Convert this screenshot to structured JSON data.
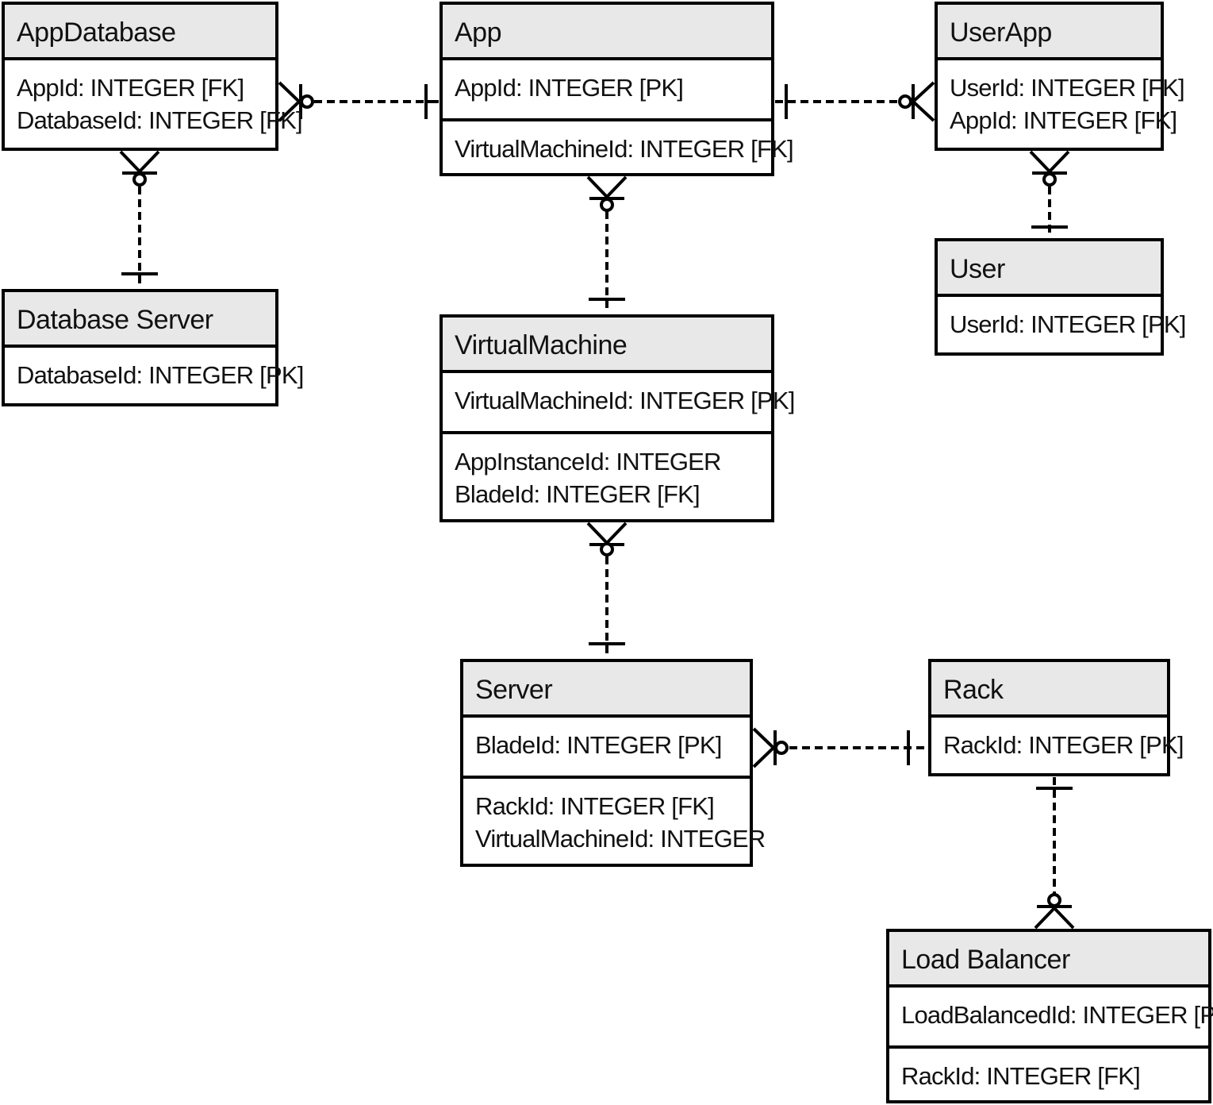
{
  "entities": {
    "appdatabase": {
      "name": "AppDatabase",
      "attributes": [
        "AppId: INTEGER [FK]",
        "DatabaseId: INTEGER [FK]"
      ]
    },
    "app": {
      "name": "App",
      "primary": [
        "AppId: INTEGER [PK]"
      ],
      "attributes": [
        "VirtualMachineId: INTEGER [FK]"
      ]
    },
    "userapp": {
      "name": "UserApp",
      "attributes": [
        "UserId: INTEGER [FK]",
        "AppId: INTEGER [FK]"
      ]
    },
    "user": {
      "name": "User",
      "attributes": [
        "UserId: INTEGER [PK]"
      ]
    },
    "dbserver": {
      "name": "Database Server",
      "attributes": [
        "DatabaseId: INTEGER [PK]"
      ]
    },
    "vm": {
      "name": "VirtualMachine",
      "primary": [
        "VirtualMachineId: INTEGER [PK]"
      ],
      "attributes": [
        "AppInstanceId: INTEGER",
        "BladeId: INTEGER [FK]"
      ]
    },
    "server": {
      "name": "Server",
      "primary": [
        "BladeId: INTEGER [PK]"
      ],
      "attributes": [
        "RackId: INTEGER [FK]",
        "VirtualMachineId: INTEGER"
      ]
    },
    "rack": {
      "name": "Rack",
      "attributes": [
        "RackId: INTEGER [PK]"
      ]
    },
    "lb": {
      "name": "Load Balancer",
      "primary": [
        "LoadBalancedId: INTEGER [PK]"
      ],
      "attributes": [
        "RackId: INTEGER [FK]"
      ]
    }
  },
  "relationships": [
    {
      "from": "appdatabase",
      "to": "app",
      "from_end": "zero-or-many",
      "to_end": "one"
    },
    {
      "from": "app",
      "to": "userapp",
      "from_end": "one",
      "to_end": "zero-or-many"
    },
    {
      "from": "appdatabase",
      "to": "dbserver",
      "from_end": "zero-or-many",
      "to_end": "one"
    },
    {
      "from": "app",
      "to": "vm",
      "from_end": "zero-or-many",
      "to_end": "one"
    },
    {
      "from": "userapp",
      "to": "user",
      "from_end": "zero-or-many",
      "to_end": "one"
    },
    {
      "from": "vm",
      "to": "server",
      "from_end": "zero-or-many",
      "to_end": "one"
    },
    {
      "from": "server",
      "to": "rack",
      "from_end": "zero-or-many",
      "to_end": "one"
    },
    {
      "from": "rack",
      "to": "lb",
      "from_end": "one",
      "to_end": "zero-or-many"
    }
  ],
  "colors": {
    "line": "#000000",
    "header": "#e8e8e8",
    "background": "#ffffff"
  }
}
